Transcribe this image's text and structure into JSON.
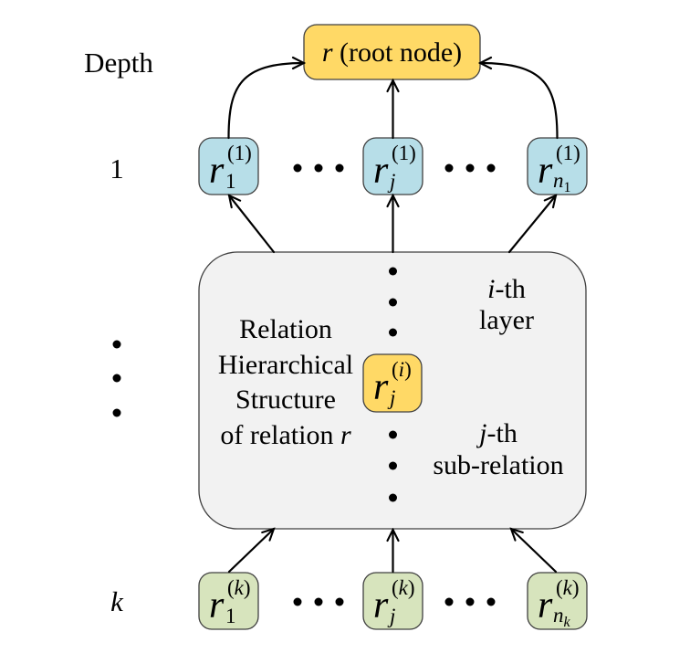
{
  "depth_header": "Depth",
  "depth_levels": {
    "first": "1",
    "last": "k"
  },
  "root": {
    "var": "r",
    "label": "(root node)"
  },
  "depth_1_nodes": [
    {
      "base": "r",
      "sub": "1",
      "sup_open": "(",
      "sup": "1",
      "sup_close": ")"
    },
    {
      "base": "r",
      "sub": "j",
      "sup_open": "(",
      "sup": "1",
      "sup_close": ")"
    },
    {
      "base": "r",
      "sub": "n",
      "sub_sub": "1",
      "sup_open": "(",
      "sup": "1",
      "sup_close": ")"
    }
  ],
  "structure_box": {
    "lines": [
      "Relation",
      "Hierarchical",
      "Structure"
    ],
    "last_line_text": "of relation",
    "last_line_var": "r",
    "layer_var": "i",
    "layer_suffix": "-th",
    "layer_word": "layer",
    "sub_relation_var": "j",
    "sub_relation_suffix": "-th",
    "sub_relation_word": "sub-relation",
    "inner_node": {
      "base": "r",
      "sub": "j",
      "sup_open": "(",
      "sup": "i",
      "sup_close": ")"
    }
  },
  "depth_k_nodes": [
    {
      "base": "r",
      "sub": "1",
      "sup_open": "(",
      "sup": "k",
      "sup_close": ")"
    },
    {
      "base": "r",
      "sub": "j",
      "sup_open": "(",
      "sup": "k",
      "sup_close": ")"
    },
    {
      "base": "r",
      "sub": "n",
      "sub_sub": "k",
      "sup_open": "(",
      "sup": "k",
      "sup_close": ")"
    }
  ],
  "colors": {
    "root_fill": "#FFD966",
    "depth_1_fill": "#B7DEE8",
    "inner_node_fill": "#FFD966",
    "depth_k_fill": "#D7E4BD",
    "structure_box_fill": "#F2F2F2"
  }
}
